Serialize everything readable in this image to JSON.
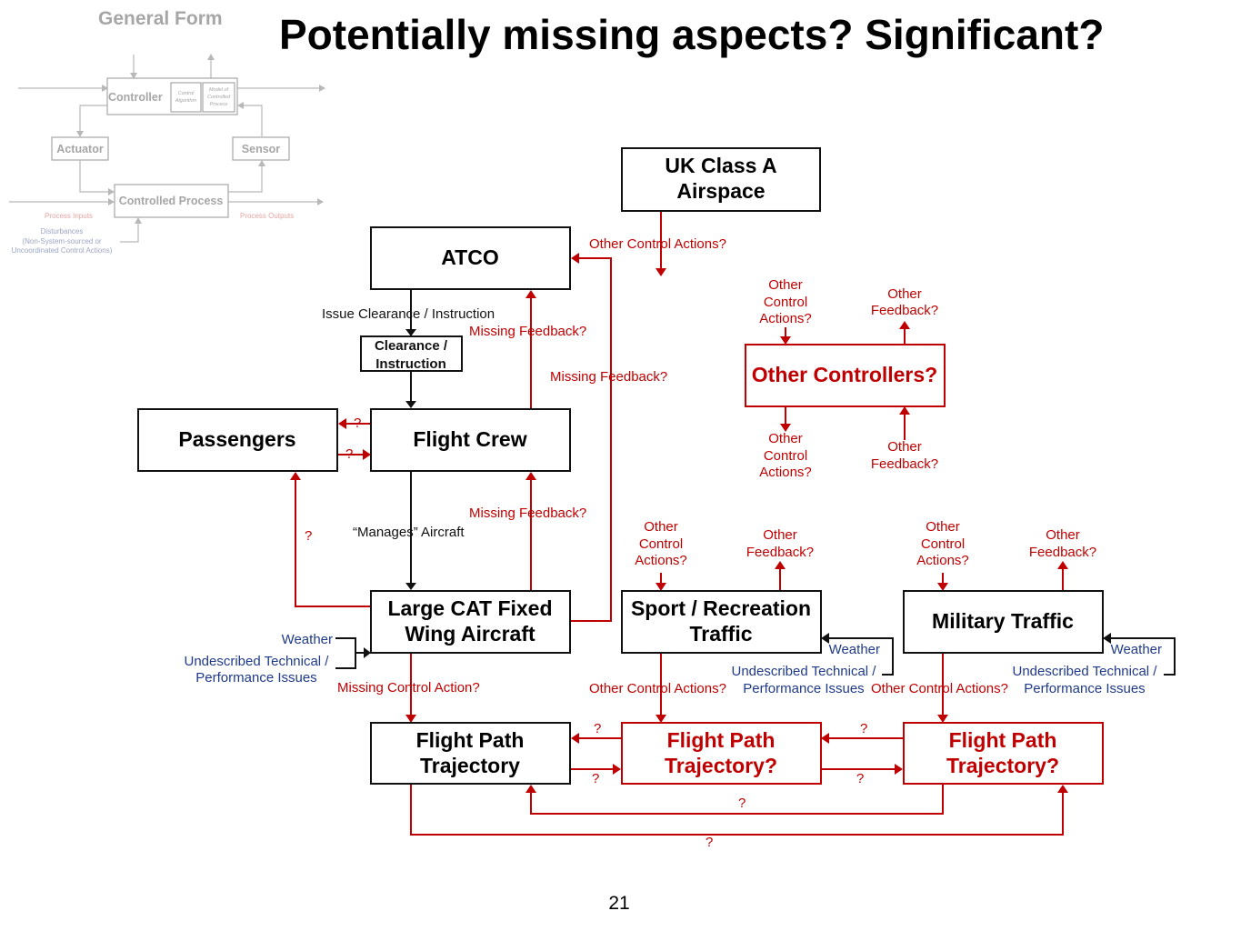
{
  "slide": {
    "title": "Potentially missing aspects? Significant?",
    "page_number": "21"
  },
  "general_form": {
    "heading": "General Form",
    "controller": "Controller",
    "control_algorithm": [
      "Control",
      "Algorithm"
    ],
    "model_of_process": [
      "Model of",
      "Controlled",
      "Process"
    ],
    "actuator": "Actuator",
    "sensor": "Sensor",
    "controlled_process": "Controlled Process",
    "process_inputs": "Process Inputs",
    "process_outputs": "Process Outputs",
    "disturbances": [
      "Disturbances",
      "(Non-System-sourced or",
      "Uncoordinated Control Actions)"
    ]
  },
  "boxes": {
    "uk_airspace": [
      "UK Class A",
      "Airspace"
    ],
    "atco": "ATCO",
    "clearance": [
      "Clearance /",
      "Instruction"
    ],
    "passengers": "Passengers",
    "flight_crew": "Flight Crew",
    "other_controllers": "Other Controllers?",
    "large_cat": [
      "Large CAT Fixed",
      "Wing Aircraft"
    ],
    "sport": [
      "Sport / Recreation",
      "Traffic"
    ],
    "military": "Military Traffic",
    "fpt_main": [
      "Flight Path",
      "Trajectory"
    ],
    "fpt_sport": [
      "Flight Path",
      "Trajectory?"
    ],
    "fpt_military": [
      "Flight Path",
      "Trajectory?"
    ]
  },
  "labels": {
    "other_control_actions_atco": "Other Control Actions?",
    "issue_clearance": "Issue Clearance / Instruction",
    "missing_feedback_1": "Missing Feedback?",
    "missing_feedback_2": "Missing Feedback?",
    "missing_feedback_3": "Missing Feedback?",
    "manages_aircraft": "“Manages” Aircraft",
    "missing_control_action": "Missing Control Action?",
    "oc_top_actions": [
      "Other",
      "Control",
      "Actions?"
    ],
    "oc_top_feedback": [
      "Other",
      "Feedback?"
    ],
    "oc_bottom_actions": [
      "Other",
      "Control",
      "Actions?"
    ],
    "oc_bottom_feedback": [
      "Other",
      "Feedback?"
    ],
    "sport_actions": [
      "Other",
      "Control",
      "Actions?"
    ],
    "sport_feedback": [
      "Other",
      "Feedback?"
    ],
    "military_actions": [
      "Other",
      "Control",
      "Actions?"
    ],
    "military_feedback": [
      "Other",
      "Feedback?"
    ],
    "weather_cat": "Weather",
    "undescribed_cat": [
      "Undescribed Technical /",
      "Performance Issues"
    ],
    "weather_sport": "Weather",
    "undescribed_sport": [
      "Undescribed Technical /",
      "Performance Issues"
    ],
    "weather_military": "Weather",
    "undescribed_military": [
      "Undescribed Technical /",
      "Performance Issues"
    ],
    "other_ca_sport": "Other Control Actions?",
    "other_ca_military": "Other Control Actions?",
    "q_mark": "?"
  },
  "colors": {
    "accent_red": "#c00000",
    "label_blue": "#1f3a8a",
    "general_form_grey": "#a6a6a6"
  }
}
